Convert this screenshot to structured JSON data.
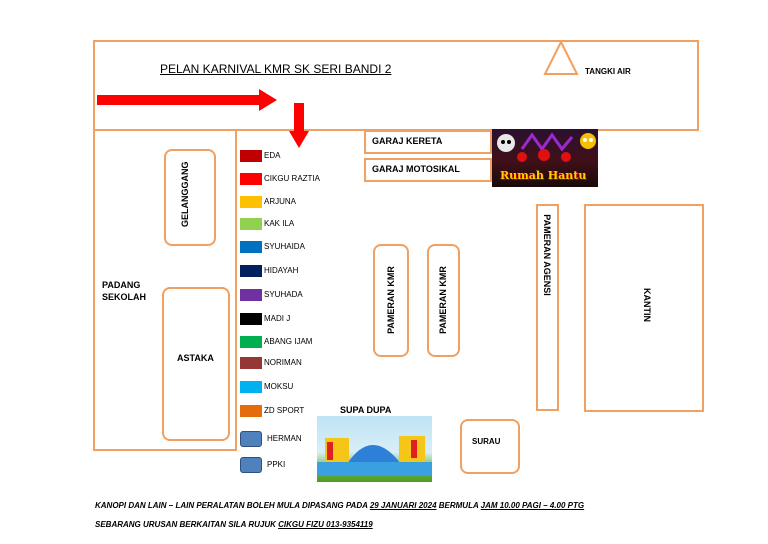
{
  "title": "PELAN KARNIVAL KMR SK SERI BANDI 2",
  "areas": {
    "tangki_air": "TANGKI AIR",
    "garaj_kereta": "GARAJ KERETA",
    "garaj_motosikal": "GARAJ MOTOSIKAL",
    "rumah_hantu": "Rumah Hantu",
    "gelanggang": "GELANGGANG",
    "padang_sekolah": "PADANG SEKOLAH",
    "astaka": "ASTAKA",
    "pameran_kmr_1": "PAMERAN KMR",
    "pameran_kmr_2": "PAMERAN KMR",
    "pameran_agensi": "PAMERAN AGENSI",
    "kantin": "KANTIN",
    "supa_dupa": "SUPA DUPA",
    "surau": "SURAU"
  },
  "legend": [
    {
      "label": "EDA",
      "color": "#c00000"
    },
    {
      "label": "CIKGU RAZTIA",
      "color": "#ff0000"
    },
    {
      "label": "ARJUNA",
      "color": "#ffc000"
    },
    {
      "label": "KAK ILA",
      "color": "#92d050"
    },
    {
      "label": "SYUHAIDA",
      "color": "#0070c0"
    },
    {
      "label": "HIDAYAH",
      "color": "#002060"
    },
    {
      "label": "SYUHADA",
      "color": "#7030a0"
    },
    {
      "label": "MADI J",
      "color": "#000000"
    },
    {
      "label": "ABANG IJAM",
      "color": "#00b050"
    },
    {
      "label": "NORIMAN",
      "color": "#953735"
    },
    {
      "label": "MOKSU",
      "color": "#00b0f0"
    },
    {
      "label": "ZD SPORT",
      "color": "#e46c0a"
    },
    {
      "label": "HERMAN",
      "color": "#4f81bd"
    },
    {
      "label": "PPKI",
      "color": "#4f81bd"
    }
  ],
  "footer": {
    "line1_a": "KANOPI DAN LAIN – LAIN PERALATAN BOLEH MULA DIPASANG PADA ",
    "line1_date": "29 JANUARI 2024",
    "line1_b": " BERMULA ",
    "line1_time": "JAM 10.00 PAGI – 4.00 PTG",
    "line2_a": "SEBARANG URUSAN BERKAITAN SILA RUJUK ",
    "line2_contact": "CIKGU FIZU 013-9354119"
  },
  "colors": {
    "outline": "#f0a060",
    "arrow": "#ff0000"
  }
}
